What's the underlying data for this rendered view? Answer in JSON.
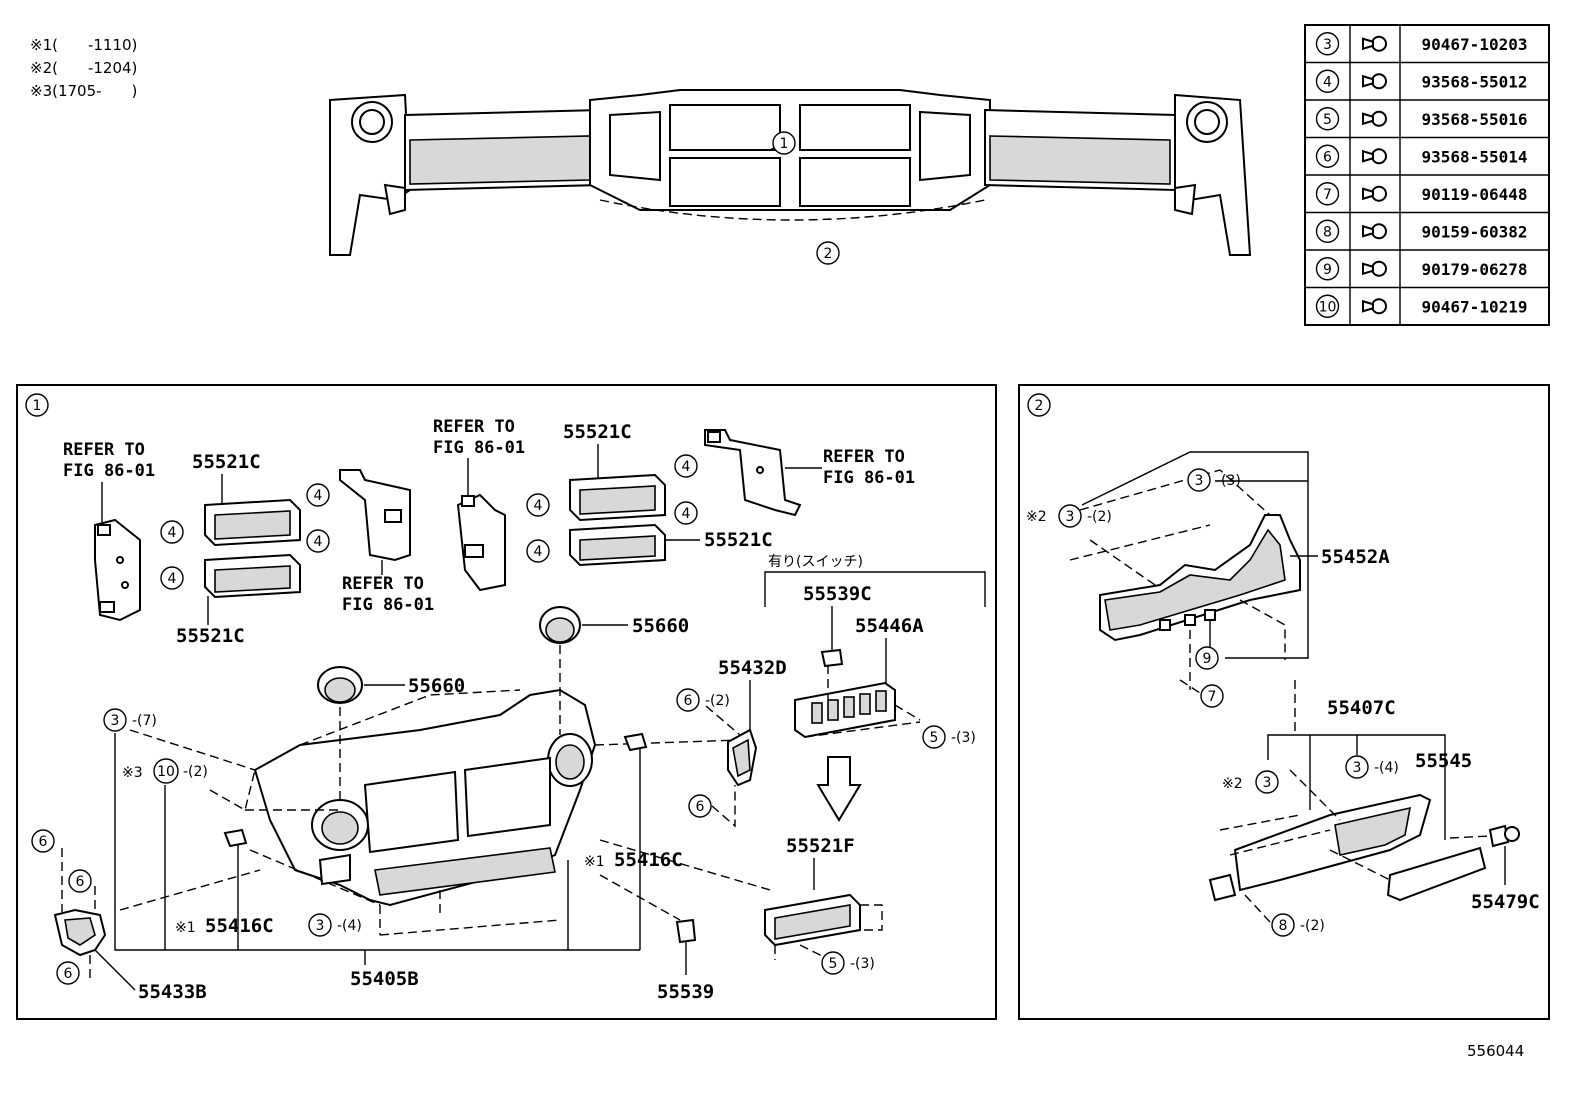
{
  "notes": [
    "※1(　　-1110)",
    "※2(　　-1204)",
    "※3(1705-　　)"
  ],
  "diagram_id": "556044",
  "parts_table": [
    {
      "ref": "3",
      "part": "90467-10203"
    },
    {
      "ref": "4",
      "part": "93568-55012"
    },
    {
      "ref": "5",
      "part": "93568-55016"
    },
    {
      "ref": "6",
      "part": "93568-55014"
    },
    {
      "ref": "7",
      "part": "90119-06448"
    },
    {
      "ref": "8",
      "part": "90159-60382"
    },
    {
      "ref": "9",
      "part": "90179-06278"
    },
    {
      "ref": "10",
      "part": "90467-10219"
    }
  ],
  "top_callouts": {
    "c1": "1",
    "c2": "2"
  },
  "panel1": {
    "id": "1",
    "refer_left": [
      "REFER TO",
      "FIG 86-01"
    ],
    "refer_mid_low": [
      "REFER TO",
      "FIG 86-01"
    ],
    "refer_mid_top": [
      "REFER TO",
      "FIG 86-01"
    ],
    "refer_right": [
      "REFER TO",
      "FIG 86-01"
    ],
    "p55521c_a": "55521C",
    "p55521c_b": "55521C",
    "p55521c_c": "55521C",
    "p55521c_d": "55521C",
    "p55660_a": "55660",
    "p55660_b": "55660",
    "p55432d": "55432D",
    "p55539c": "55539C",
    "p55446a": "55446A",
    "switch_label": "有り(スイッチ)",
    "p55521f": "55521F",
    "p55416c_a": "55416C",
    "p55416c_b": "55416C",
    "p55433b": "55433B",
    "p55405b": "55405B",
    "p55539": "55539",
    "star1": "※1",
    "star3": "※3",
    "qty_7": "-(7)",
    "qty_2a": "-(2)",
    "qty_2b": "-(2)",
    "qty_4": "-(4)",
    "qty_3a": "-(3)",
    "qty_3b": "-(3)",
    "c3": "3",
    "c4": "4",
    "c5": "5",
    "c6": "6",
    "c10": "10"
  },
  "panel2": {
    "id": "2",
    "p55452a": "55452A",
    "p55407c": "55407C",
    "p55545": "55545",
    "p55479c": "55479C",
    "star2": "※2",
    "qty_3": "-(3)",
    "qty_2": "-(2)",
    "qty_4": "-(4)",
    "qty_2b": "-(2)",
    "c3": "3",
    "c7": "7",
    "c8": "8",
    "c9": "9"
  }
}
